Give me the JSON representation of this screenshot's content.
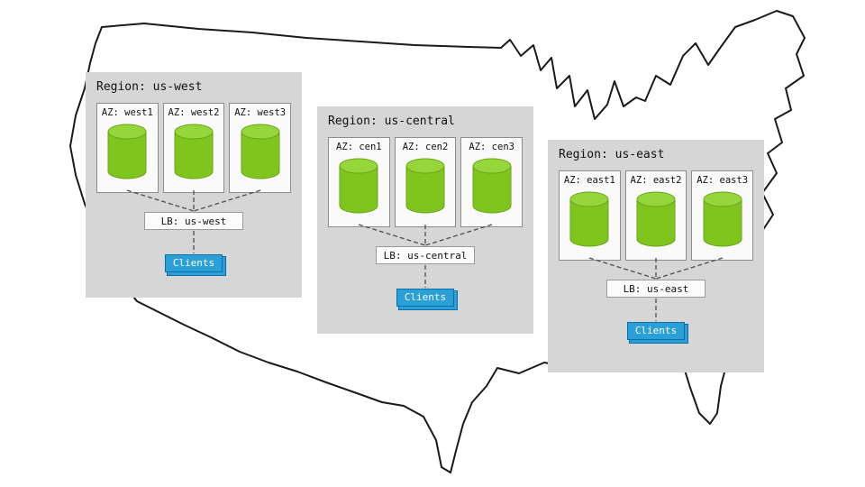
{
  "diagram": {
    "regions": [
      {
        "title": "Region: us-west",
        "azs": [
          "AZ: west1",
          "AZ: west2",
          "AZ: west3"
        ],
        "lb": "LB: us-west",
        "clients": "Clients"
      },
      {
        "title": "Region: us-central",
        "azs": [
          "AZ: cen1",
          "AZ: cen2",
          "AZ: cen3"
        ],
        "lb": "LB: us-central",
        "clients": "Clients"
      },
      {
        "title": "Region: us-east",
        "azs": [
          "AZ: east1",
          "AZ: east2",
          "AZ: east3"
        ],
        "lb": "LB: us-east",
        "clients": "Clients"
      }
    ],
    "colors": {
      "region_bg": "#d6d6d6",
      "az_bg": "#fafafa",
      "cylinder_body": "#80c41e",
      "cylinder_top": "#95d63a",
      "clients_bg": "#2b9fd8",
      "clients_border": "#0d6ea6",
      "map_outline": "#1a1a1a"
    },
    "icons": {
      "map": "us-map-outline",
      "database": "database-cylinder-icon"
    }
  }
}
